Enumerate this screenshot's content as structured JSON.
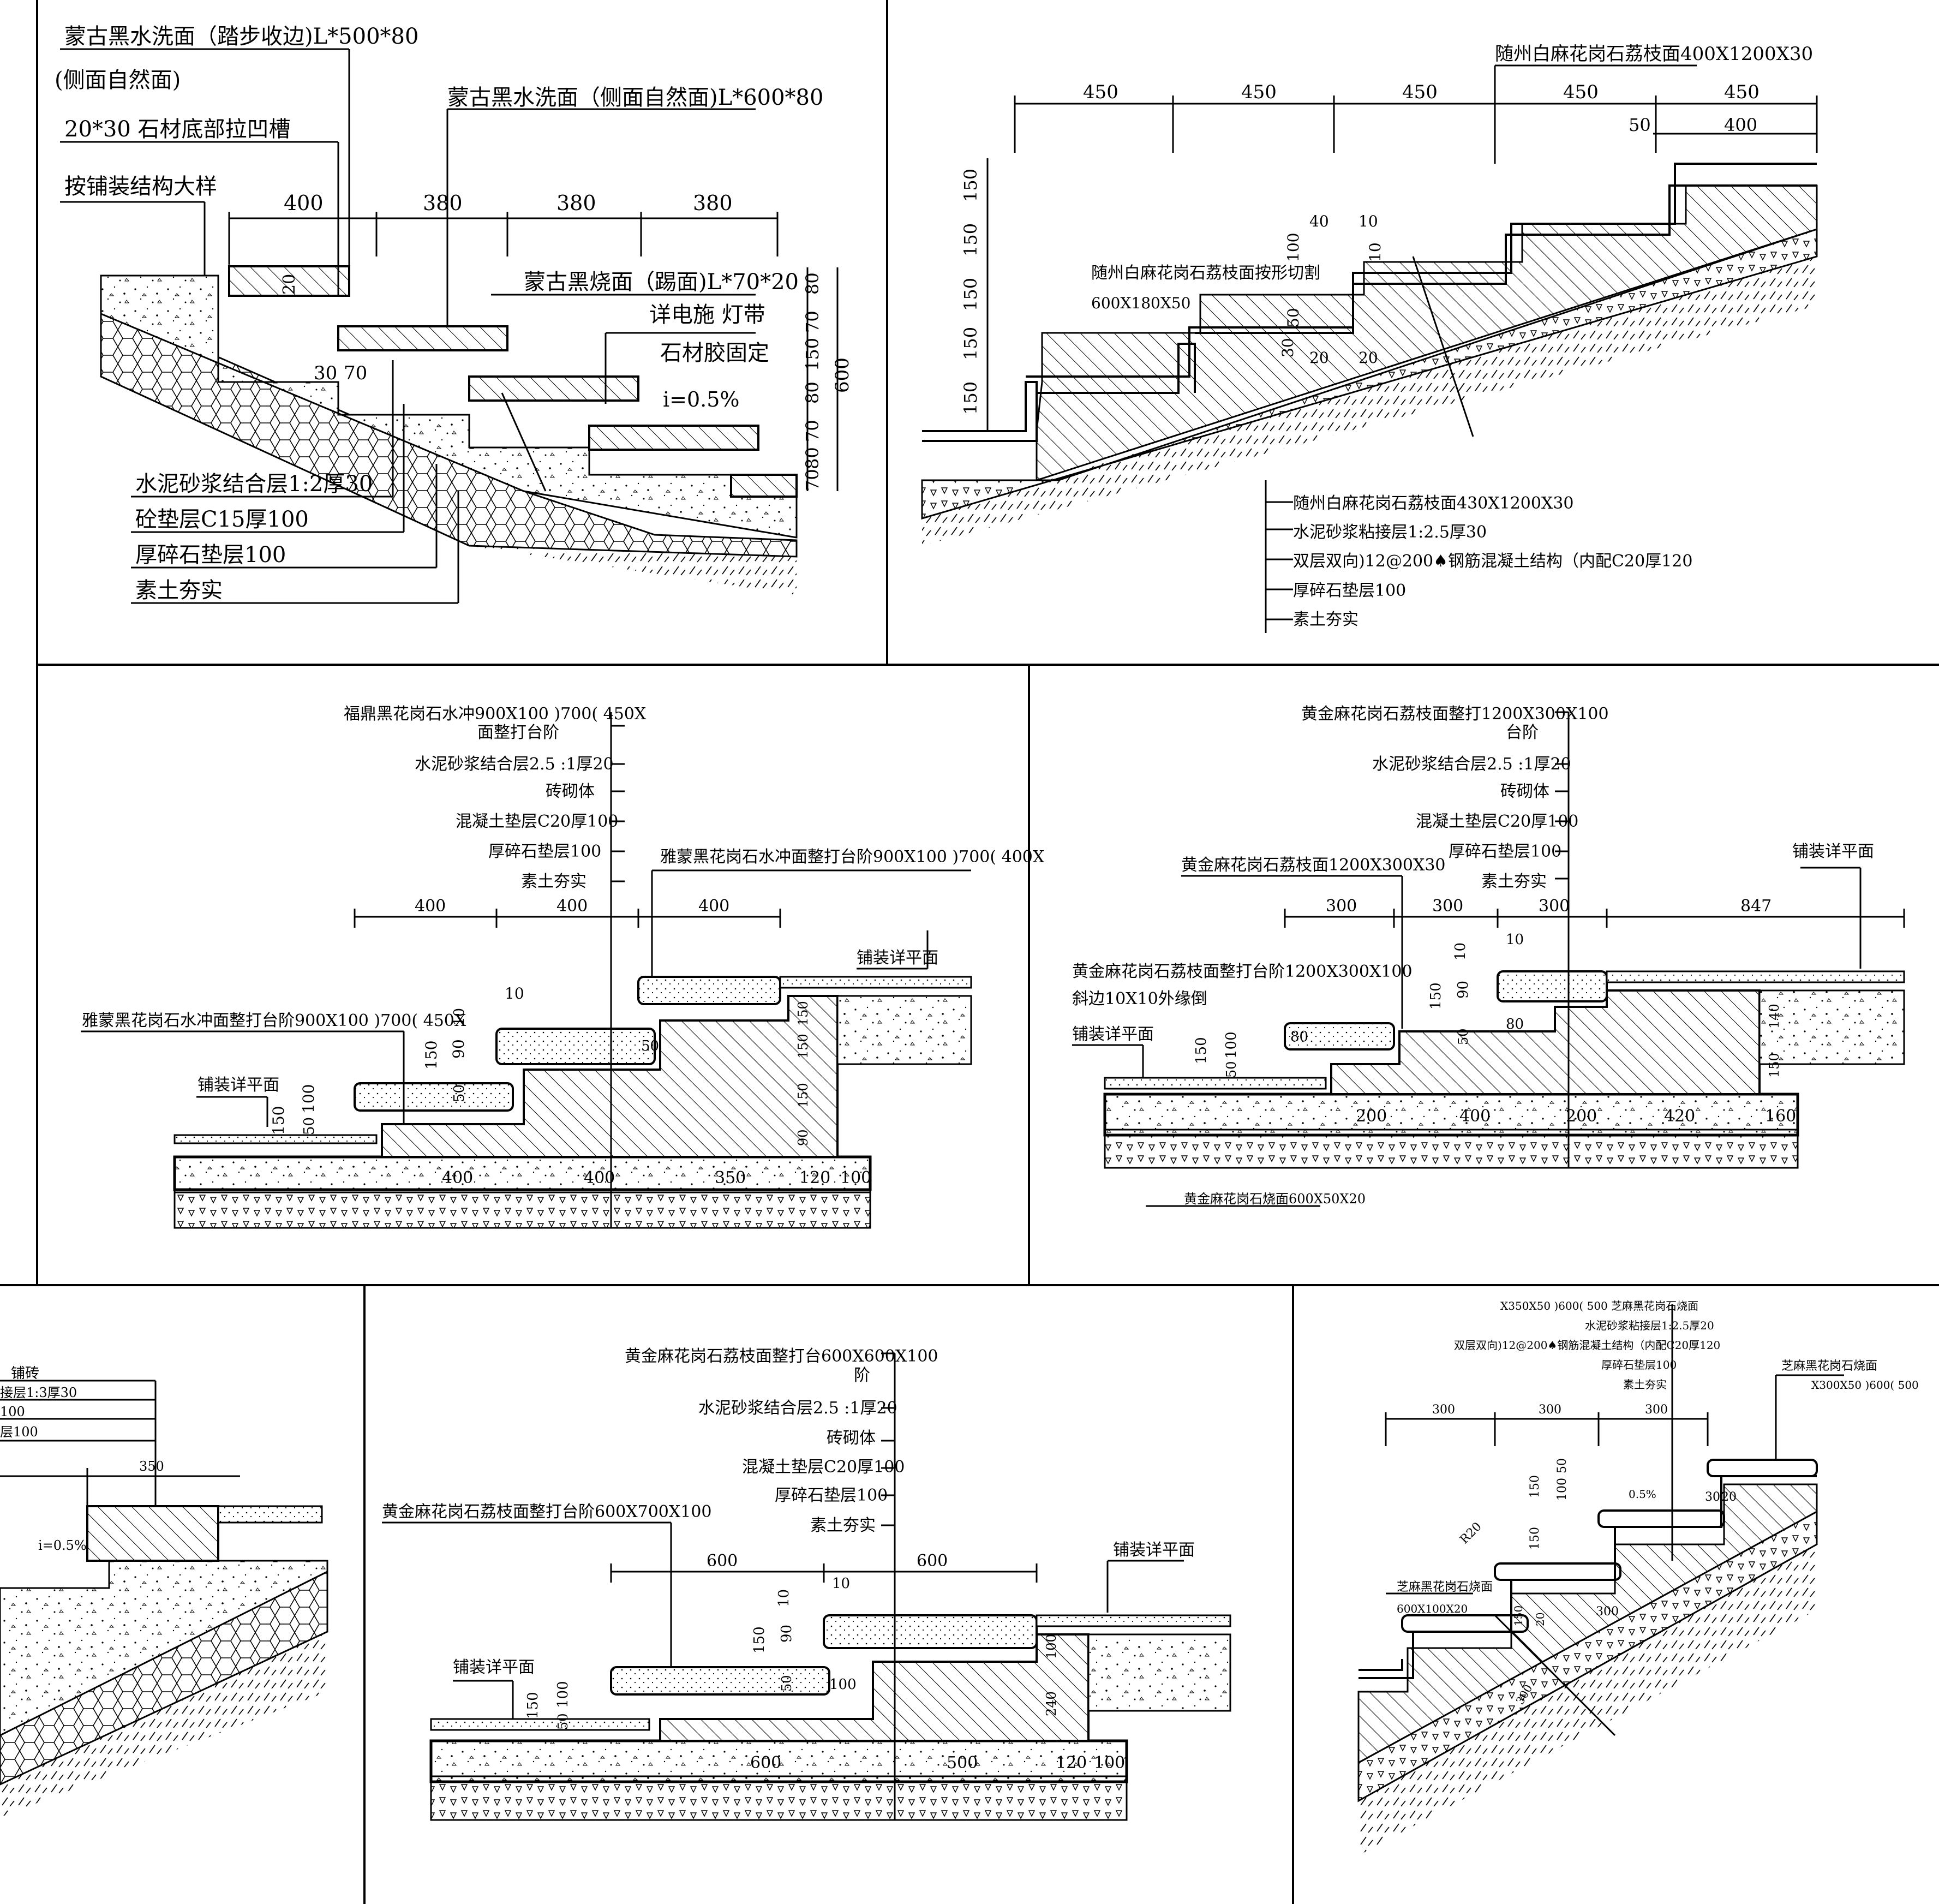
{
  "panel1": {
    "top_labels": [
      "蒙古黑水洗面（踏步收边)L*500*80",
      "(侧面自然面)",
      "20*30 石材底部拉凹槽",
      "按铺装结构大样"
    ],
    "mid_label": "蒙古黑水洗面（侧面自然面)L*600*80",
    "dims_top": [
      "400",
      "380",
      "380",
      "380"
    ],
    "right_labels": [
      "蒙古黑烧面（踢面)L*70*20",
      "详电施 灯带",
      "石材胶固定",
      "i=0.5%"
    ],
    "right_dims": [
      "80",
      "70",
      "150",
      "80",
      "70",
      "80",
      "70",
      "600"
    ],
    "small_dims": [
      "30",
      "70",
      "20"
    ],
    "layers": [
      "水泥砂浆结合层1:2厚30",
      "砼垫层C15厚100",
      "厚碎石垫层100",
      "素土夯实"
    ]
  },
  "panel2": {
    "top_label": "随州白麻花岗石荔枝面400X1200X30",
    "dims_top": [
      "450",
      "450",
      "450",
      "450",
      "450"
    ],
    "dims_sub": [
      "50",
      "400"
    ],
    "left_dims": [
      "150",
      "150",
      "150",
      "150",
      "150"
    ],
    "cut_label": [
      "随州白麻花岗石荔枝面按形切割",
      "600X180X50"
    ],
    "small_dims": [
      "40",
      "10",
      "100",
      "10",
      "50",
      "30",
      "20",
      "20"
    ],
    "layers": [
      "随州白麻花岗石荔枝面430X1200X30",
      "水泥砂浆粘接层1:2.5厚30",
      "双层双向)12@200♠钢筋混凝土结构（内配C20厚120",
      "厚碎石垫层100",
      "素土夯实"
    ]
  },
  "panel3": {
    "layers": [
      "福鼎黑花岗石水冲900X100 )700( 450X",
      "面整打台阶",
      "水泥砂浆结合层2.5 :1厚20",
      "砖砌体",
      "混凝土垫层C20厚100",
      "厚碎石垫层100",
      "素土夯实"
    ],
    "label_right": "雅蒙黑花岗石水冲面整打台阶900X100 )700( 400X",
    "label_left": "雅蒙黑花岗石水冲面整打台阶900X100 )700( 450X",
    "paving": [
      "铺装详平面",
      "铺装详平面"
    ],
    "dims_top": [
      "400",
      "400",
      "400"
    ],
    "dims_bottom": [
      "400",
      "400",
      "350",
      "120",
      "100"
    ],
    "small_dims": [
      "10",
      "150",
      "90",
      "50",
      "10",
      "150",
      "100",
      "50",
      "50",
      "150",
      "150",
      "150",
      "90"
    ]
  },
  "panel4": {
    "layers": [
      "黄金麻花岗石荔枝面整打1200X300X100",
      "台阶",
      "水泥砂浆结合层2.5 :1厚20",
      "砖砌体",
      "混凝土垫层C20厚100",
      "厚碎石垫层100",
      "素土夯实"
    ],
    "label_mid": "黄金麻花岗石荔枝面1200X300X30",
    "label_left": [
      "黄金麻花岗石荔枝面整打台阶1200X300X100",
      "斜边10X10外缘倒"
    ],
    "paving": [
      "铺装详平面",
      "铺装详平面"
    ],
    "dims_top": [
      "300",
      "300",
      "300",
      "847"
    ],
    "dims_bottom": [
      "200",
      "400",
      "200",
      "420",
      "160"
    ],
    "bottom_label": "黄金麻花岗石烧面600X50X20",
    "small_dims": [
      "10",
      "10",
      "150",
      "90",
      "80",
      "50",
      "80",
      "150",
      "100",
      "50",
      "140",
      "150"
    ]
  },
  "panel5": {
    "labels": [
      "铺砖",
      "接层1:3厚30",
      "100",
      "层100"
    ],
    "dims": [
      "350"
    ],
    "slope": "i=0.5%"
  },
  "panel6": {
    "layers": [
      "黄金麻花岗石荔枝面整打台600X600X100",
      "阶",
      "水泥砂浆结合层2.5 :1厚20",
      "砖砌体",
      "混凝土垫层C20厚100",
      "厚碎石垫层100",
      "素土夯实"
    ],
    "label_left": "黄金麻花岗石荔枝面整打台阶600X700X100",
    "paving": [
      "铺装详平面",
      "铺装详平面"
    ],
    "dims_top": [
      "600",
      "600"
    ],
    "dims_bottom": [
      "600",
      "500",
      "120",
      "100"
    ],
    "small_dims": [
      "10",
      "10",
      "150",
      "90",
      "50",
      "100",
      "150",
      "100",
      "50",
      "100",
      "240"
    ]
  },
  "panel7": {
    "layers": [
      "X350X50 )600( 500 芝麻黑花岗石烧面",
      "水泥砂浆粘接层1:2.5厚20",
      "双层双向)12@200♠钢筋混凝土结构（内配C20厚120",
      "厚碎石垫层100",
      "素土夯实"
    ],
    "label_right": [
      "芝麻黑花岗石烧面",
      "X300X50 )600( 500"
    ],
    "label_left": [
      "芝麻黑花岗石烧面",
      "600X100X20"
    ],
    "dims_top": [
      "300",
      "300",
      "300"
    ],
    "small_dims": [
      "150",
      "50",
      "100",
      "0.5%",
      "30",
      "20",
      "150",
      "R20",
      "300",
      "150",
      "20",
      "300"
    ]
  }
}
